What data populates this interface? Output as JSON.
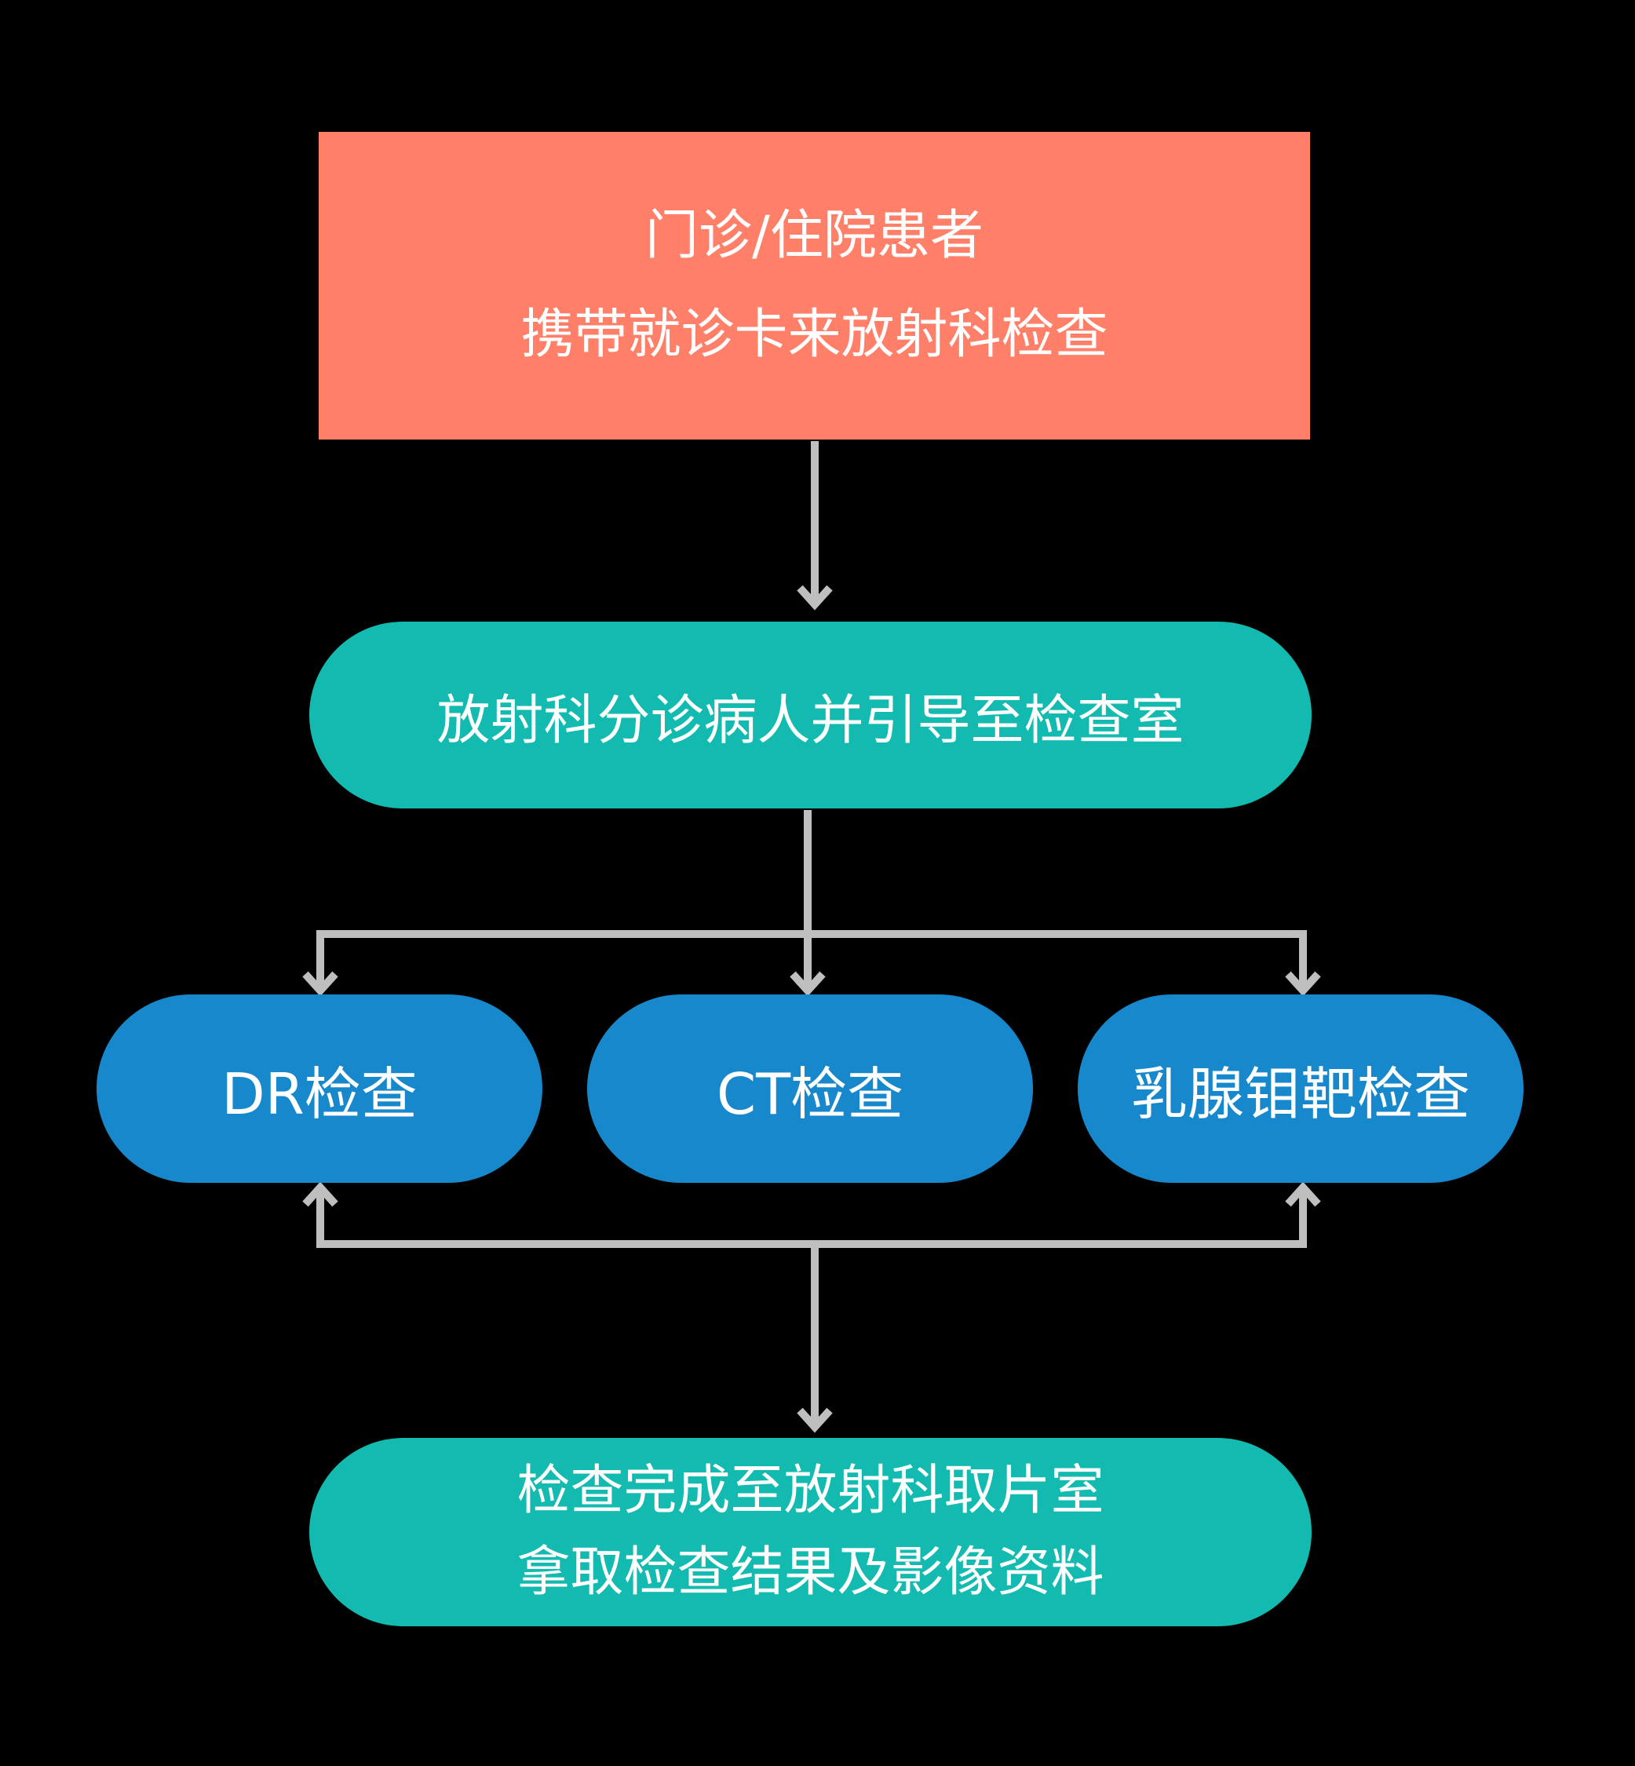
{
  "nodes": {
    "start": {
      "line1": "门诊/住院患者",
      "line2": "携带就诊卡来放射科检查"
    },
    "triage": {
      "label": "放射科分诊病人并引导至检查室"
    },
    "exams": [
      {
        "label": "DR检查"
      },
      {
        "label": "CT检查"
      },
      {
        "label": "乳腺钼靶检查"
      }
    ],
    "finish": {
      "line1": "检查完成至放射科取片室",
      "line2": "拿取检查结果及影像资料"
    }
  },
  "colors": {
    "background": "#000000",
    "start_fill": "#ff7f69",
    "teal_fill": "#12bab0",
    "blue_fill": "#1788cc",
    "connector": "#bfbfbf",
    "text": "#ffffff"
  }
}
